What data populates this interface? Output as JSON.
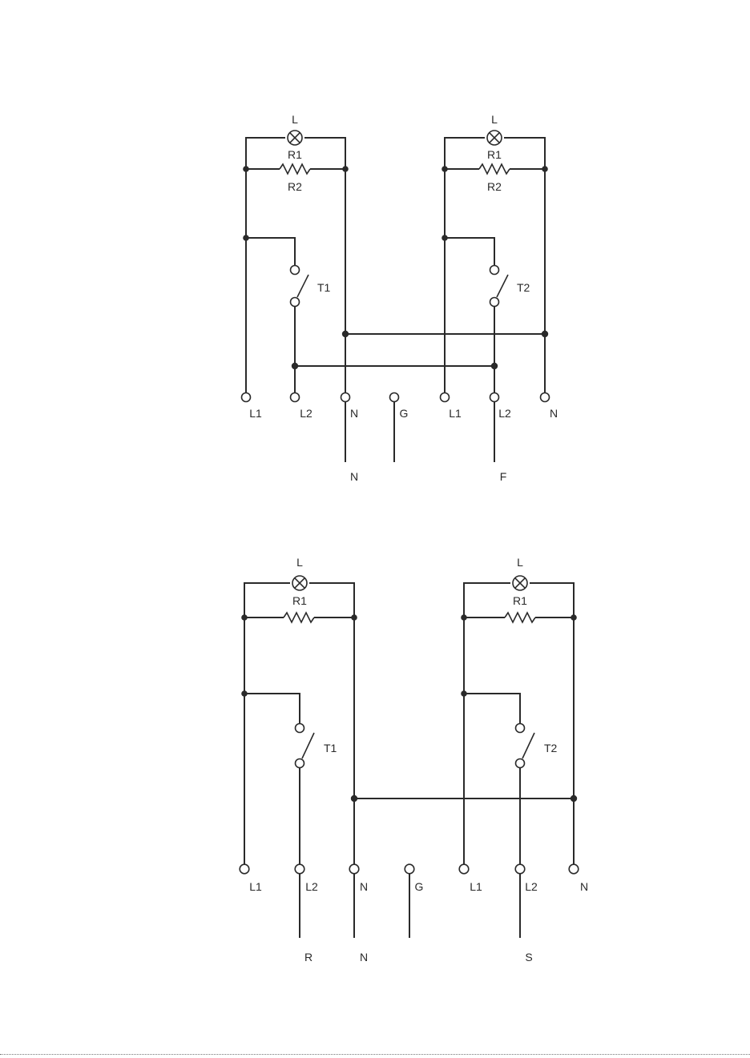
{
  "diagram1": {
    "lamp_left": "L",
    "lamp_right": "L",
    "r1_left": "R1",
    "r1_right": "R1",
    "r2_left": "R2",
    "r2_right": "R2",
    "switch_left": "T1",
    "switch_right": "T2",
    "terminals": [
      "L1",
      "L2",
      "N",
      "G",
      "L1",
      "L2",
      "N"
    ],
    "outputs": [
      "N",
      "F"
    ]
  },
  "diagram2": {
    "lamp_left": "L",
    "lamp_right": "L",
    "r1_left": "R1",
    "r1_right": "R1",
    "switch_left": "T1",
    "switch_right": "T2",
    "terminals": [
      "L1",
      "L2",
      "N",
      "G",
      "L1",
      "L2",
      "N"
    ],
    "outputs": [
      "R",
      "N",
      "S"
    ]
  }
}
